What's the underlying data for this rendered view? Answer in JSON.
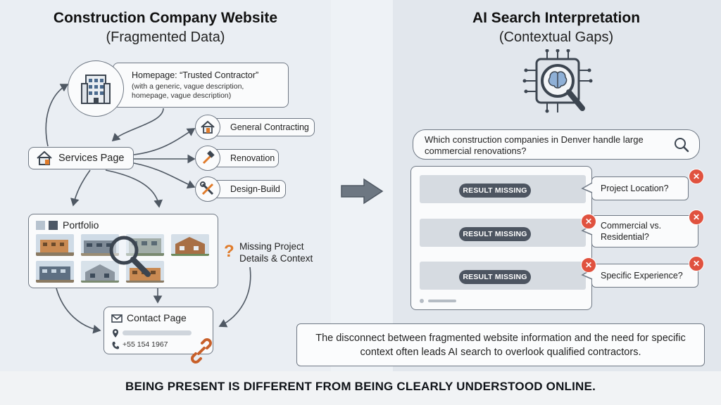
{
  "left_panel": {
    "title": "Construction Company Website",
    "subtitle": "(Fragmented Data)",
    "homepage": {
      "title": "Homepage: “Trusted Contractor”",
      "description": "(with a generic, vague description, homepage, vague description)"
    },
    "services_page": {
      "label": "Services Page"
    },
    "services": [
      {
        "label": "General Contracting",
        "icon": "house-tools-icon"
      },
      {
        "label": "Renovation",
        "icon": "hammer-icon"
      },
      {
        "label": "Design-Build",
        "icon": "wrench-screwdriver-icon"
      }
    ],
    "portfolio": {
      "label": "Portfolio"
    },
    "missing_note": {
      "mark": "?",
      "text_line1": "Missing Project",
      "text_line2": "Details & Context"
    },
    "contact": {
      "label": "Contact Page",
      "phone": "+55 154 1967"
    }
  },
  "right_panel": {
    "title": "AI Search Interpretation",
    "subtitle": "(Contextual Gaps)",
    "query": "Which construction companies in Denver handle large commercial renovations?",
    "results": [
      {
        "label": "RESULT MISSING"
      },
      {
        "label": "RESULT MISSING"
      },
      {
        "label": "RESULT MISSING"
      }
    ],
    "gaps": [
      {
        "line1": "Project Location?",
        "line2": ""
      },
      {
        "line1": "Commercial vs.",
        "line2": "Residential?"
      },
      {
        "line1": "Specific Experience?",
        "line2": ""
      }
    ],
    "x_mark": "✕"
  },
  "footer_text": "The disconnect between fragmented website information and the need for specific context often leads AI search to overlook qualified contractors.",
  "tagline": "BEING PRESENT IS DIFFERENT FROM BEING CLEARLY UNDERSTOOD ONLINE.",
  "colors": {
    "accent_orange": "#e07b2a",
    "error_red": "#e0523f",
    "pill_dark": "#4d5561",
    "stroke": "#6f7884"
  }
}
